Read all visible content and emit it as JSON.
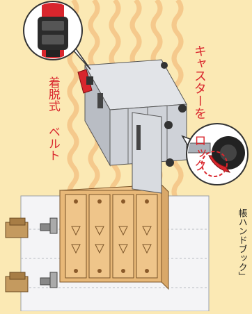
{
  "labels": {
    "belt": "着脱式\nベルト",
    "belt_line1": "着脱式",
    "belt_line2": "ベルト",
    "caster_line1": "キャスターを",
    "caster_line2": "ロック"
  },
  "caption": "帳ハンドブック」",
  "colors": {
    "background": "#fbe9b4",
    "wave": "#f6c98a",
    "accent_red": "#d9262d",
    "wood": "#e8b878",
    "metal": "#c9cdd3"
  },
  "icons": [
    "belt-buckle-icon",
    "caster-wheel-icon",
    "chest-of-drawers-icon",
    "file-cabinet-icon"
  ]
}
